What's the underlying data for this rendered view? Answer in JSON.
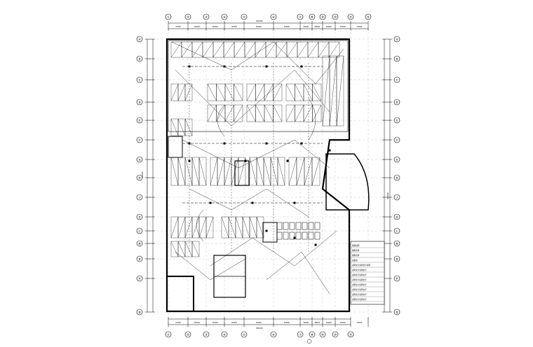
{
  "drawing": {
    "top_grid_labels": [
      "①",
      "②",
      "③",
      "④",
      "⑤",
      "⑥",
      "⑦",
      "⑧",
      "⑨",
      "⑩",
      "⑪",
      "⑫",
      "⑬"
    ],
    "bottom_grid_labels": [
      "①",
      "②",
      "③",
      "④",
      "⑤",
      "⑥",
      "⑦",
      "⑧",
      "⑨",
      "⑩",
      "⑪",
      "⑫",
      "⑬"
    ],
    "left_grid_labels": [
      "Ⓐ",
      "Ⓑ",
      "Ⓒ",
      "Ⓓ",
      "Ⓔ",
      "Ⓕ",
      "Ⓖ",
      "Ⓗ",
      "Ⓙ",
      "Ⓚ",
      "Ⓛ",
      "Ⓜ",
      "Ⓝ",
      "Ⓟ",
      "Ⓠ"
    ],
    "right_grid_labels": [
      "Ⓐ",
      "Ⓑ",
      "Ⓒ",
      "Ⓓ",
      "Ⓔ",
      "Ⓕ",
      "Ⓖ",
      "Ⓗ",
      "Ⓙ",
      "Ⓚ",
      "Ⓛ",
      "Ⓜ",
      "Ⓝ",
      "Ⓟ",
      "Ⓠ"
    ],
    "top_dims": [
      "3300",
      "8400",
      "8400",
      "8400",
      "8400",
      "8400",
      "8400",
      "8400",
      "8400",
      "8400",
      "3300"
    ],
    "bottom_dims": [
      "3300",
      "8400",
      "8400",
      "8400",
      "8400",
      "8400",
      "8400",
      "8400",
      "8400",
      "8400",
      "3300"
    ],
    "top_total": "80000",
    "bottom_total": "80000",
    "left_total": "96000",
    "right_total": "96000",
    "legend_lines": [
      "图例说明",
      "图例名称",
      "图例名称",
      "设备表",
      "说明文字说明文字说明",
      "说明文字说明文字",
      "说明文字说明文字",
      "说明文字说明文字",
      "说明文字说明文字",
      "说明文字说明文字",
      "说明文字说明文字",
      "说明文字说明文字"
    ]
  }
}
